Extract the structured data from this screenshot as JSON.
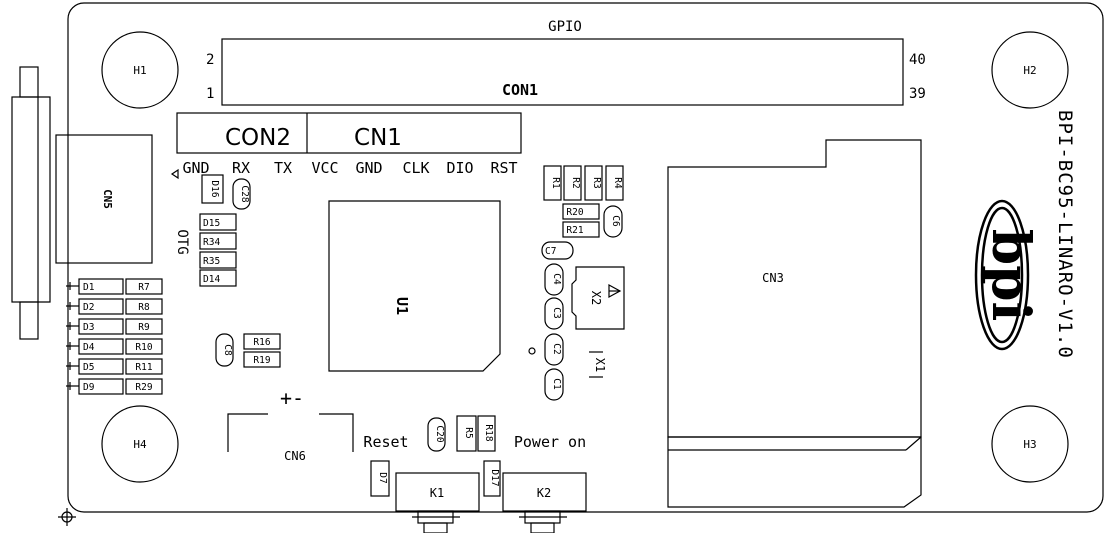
{
  "headers": {
    "gpio": "GPIO",
    "con1": "CON1",
    "pin2": "2",
    "pin1": "1",
    "pin40": "40",
    "pin39": "39"
  },
  "con2": {
    "title": "CON2",
    "pins": [
      "GND",
      "RX",
      "TX"
    ]
  },
  "cn1": {
    "title": "CN1",
    "pins": [
      "VCC",
      "GND",
      "CLK",
      "DIO",
      "RST"
    ]
  },
  "mount_holes": {
    "h1": "H1",
    "h2": "H2",
    "h3": "H3",
    "h4": "H4"
  },
  "connectors": {
    "cn3": "CN3",
    "cn5": "CN5",
    "cn6": "CN6",
    "cn6_polarity": "+-"
  },
  "chip": "U1",
  "crystals": {
    "x1": "X1",
    "x2": "X2"
  },
  "board_title": "BPI-BC95-LINARO-V1.0",
  "logo_text": "bpi",
  "otg_label": "OTG",
  "buttons": {
    "reset_label": "Reset",
    "power_label": "Power on",
    "k1": "K1",
    "k2": "K2"
  },
  "led_rows": [
    {
      "d": "D1",
      "r": "R7"
    },
    {
      "d": "D2",
      "r": "R8"
    },
    {
      "d": "D3",
      "r": "R9"
    },
    {
      "d": "D4",
      "r": "R10"
    },
    {
      "d": "D5",
      "r": "R11"
    },
    {
      "d": "D9",
      "r": "R29"
    }
  ],
  "parts": {
    "d16": "D16",
    "c28": "C28",
    "d15": "D15",
    "r34": "R34",
    "r35": "R35",
    "d14": "D14",
    "c8": "C8",
    "r16": "R16",
    "r19": "R19",
    "r1": "R1",
    "r2": "R2",
    "r3": "R3",
    "r4": "R4",
    "r20": "R20",
    "r21": "R21",
    "c6": "C6",
    "c7": "C7",
    "c4": "C4",
    "c3": "C3",
    "c2": "C2",
    "c1": "C1",
    "c20": "C20",
    "r5": "R5",
    "r18": "R18",
    "d7": "D7",
    "d17": "D17"
  }
}
